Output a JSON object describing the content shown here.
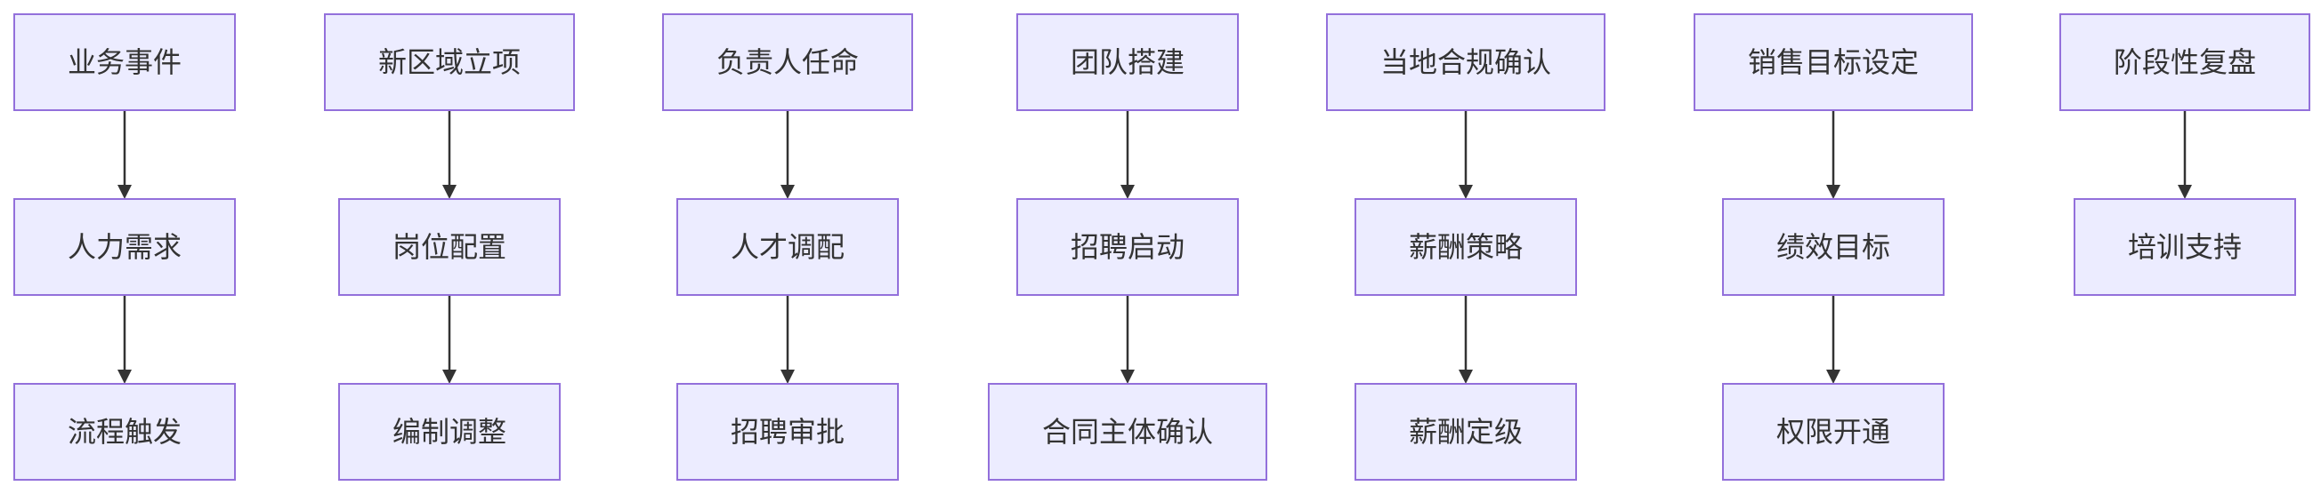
{
  "flowchart": {
    "columns": [
      {
        "id": "c1",
        "nodes": [
          "业务事件",
          "人力需求",
          "流程触发"
        ]
      },
      {
        "id": "c2",
        "nodes": [
          "新区域立项",
          "岗位配置",
          "编制调整"
        ]
      },
      {
        "id": "c3",
        "nodes": [
          "负责人任命",
          "人才调配",
          "招聘审批"
        ]
      },
      {
        "id": "c4",
        "nodes": [
          "团队搭建",
          "招聘启动",
          "合同主体确认"
        ]
      },
      {
        "id": "c5",
        "nodes": [
          "当地合规确认",
          "薪酬策略",
          "薪酬定级"
        ]
      },
      {
        "id": "c6",
        "nodes": [
          "销售目标设定",
          "绩效目标",
          "权限开通"
        ]
      },
      {
        "id": "c7",
        "nodes": [
          "阶段性复盘",
          "培训支持"
        ]
      }
    ],
    "colors": {
      "node_fill": "#ECECFF",
      "node_border": "#9370DB",
      "text": "#333333",
      "edge": "#333333"
    }
  }
}
